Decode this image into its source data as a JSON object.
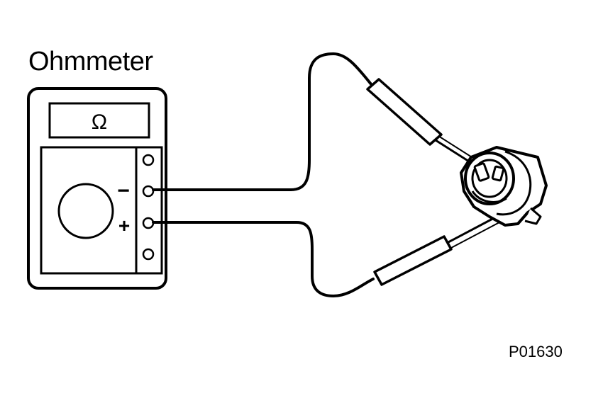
{
  "title": "Ohmmeter",
  "display_symbol": "Ω",
  "terminals": {
    "negative_label": "−",
    "positive_label": "+"
  },
  "figure_code": "P01630"
}
